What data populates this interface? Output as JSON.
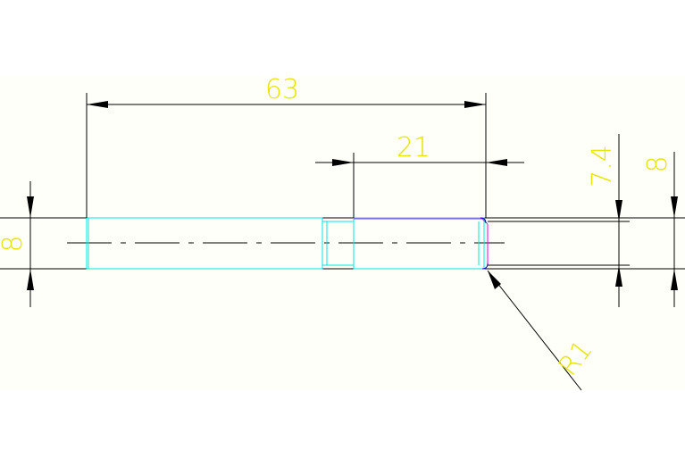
{
  "drawing": {
    "colors": {
      "canvas_background": "#ffffff",
      "drawing_background": "#fffff9",
      "line": "#000000",
      "dimension_text": "#e6e600",
      "part_outline": "#00e5e5",
      "highlight": "#e600e6",
      "corner": "#0000cc"
    },
    "dimensions": {
      "overall_length": "63",
      "section_length": "21",
      "left_diameter": "8",
      "groove_diameter": "7.4",
      "right_diameter": "8",
      "fillet_radius": "R1"
    }
  }
}
